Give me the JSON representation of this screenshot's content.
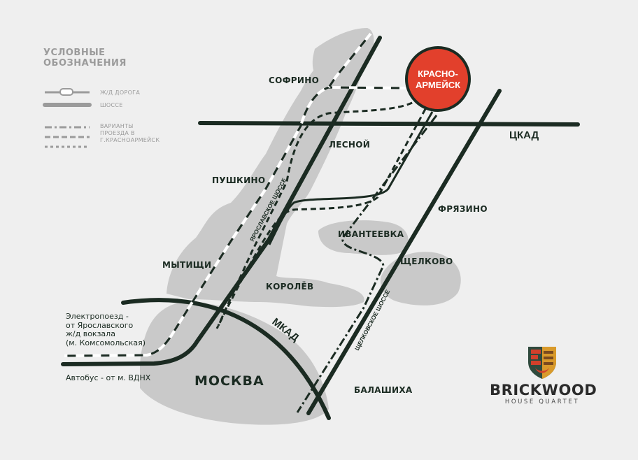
{
  "legend": {
    "title_line1": "УСЛОВНЫЕ",
    "title_line2": "ОБОЗНАЧЕНИЯ",
    "railway": "Ж/Д ДОРОГА",
    "highway": "ШОССЕ",
    "routes_line1": "ВАРИАНТЫ",
    "routes_line2": "ПРОЕЗДА В",
    "routes_line3": "Г.КРАСНОАРМЕЙСК"
  },
  "destination": {
    "line1": "КРАСНО-",
    "line2": "АРМЕЙСК",
    "color": "#e2402c"
  },
  "places": {
    "sofrino": "СОФРИНО",
    "lesnoy": "ЛЕСНОЙ",
    "pushkino": "ПУШКИНО",
    "fryazino": "ФРЯЗИНО",
    "ivanteevka": "ИВАНТЕЕВКА",
    "schelkovo": "ЩЕЛКОВО",
    "mytischi": "МЫТИЩИ",
    "korolev": "КОРОЛЁВ",
    "moskva": "МОСКВА",
    "balashikha": "БАЛАШИХА"
  },
  "roads": {
    "tskad": "ЦКАД",
    "mkad": "МКАД",
    "yaroslavskoe": "ЯРОСЛАВСКОЕ ШОССЕ",
    "schelkovskoe": "ЩЕЛКОВСКОЕ ШОССЕ"
  },
  "notes": {
    "train_line1": "Электропоезд -",
    "train_line2": "от Ярославского",
    "train_line3": "ж/д вокзала",
    "train_line4": "(м. Комсомольская)",
    "bus": "Автобус - от м. ВДНХ"
  },
  "brand": {
    "name": "BRICKWOOD",
    "subtitle": "HOUSE QUARTET"
  },
  "colors": {
    "road": "#1b2b22",
    "region": "#c8c8c8",
    "legend": "#9b9b9b"
  }
}
